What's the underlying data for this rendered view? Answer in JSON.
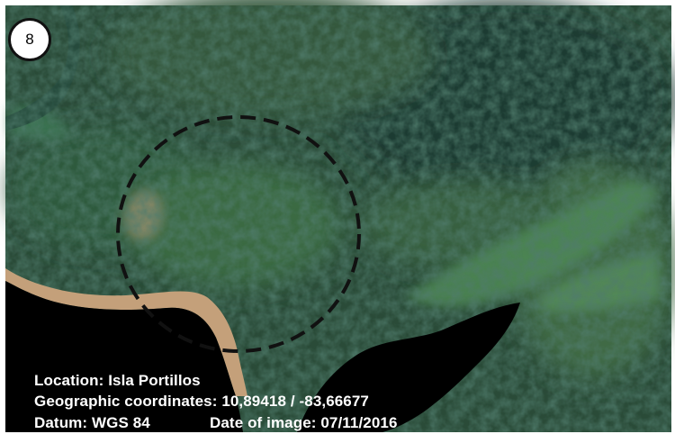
{
  "panel": {
    "number": "8"
  },
  "caption": {
    "location": "Location: Isla Portillos",
    "coordinates": "Geographic coordinates: 10,89418 / -83,66677",
    "datum": "Datum: WGS 84",
    "date": "Date of image: 07/11/2016"
  },
  "colors": {
    "forest_dark": "#1f3a2f",
    "forest_mid": "#2f5a3c",
    "clearing": "#4f8a55",
    "river_bank": "#c4a07a",
    "water": "#000000",
    "marker": "#111111"
  }
}
